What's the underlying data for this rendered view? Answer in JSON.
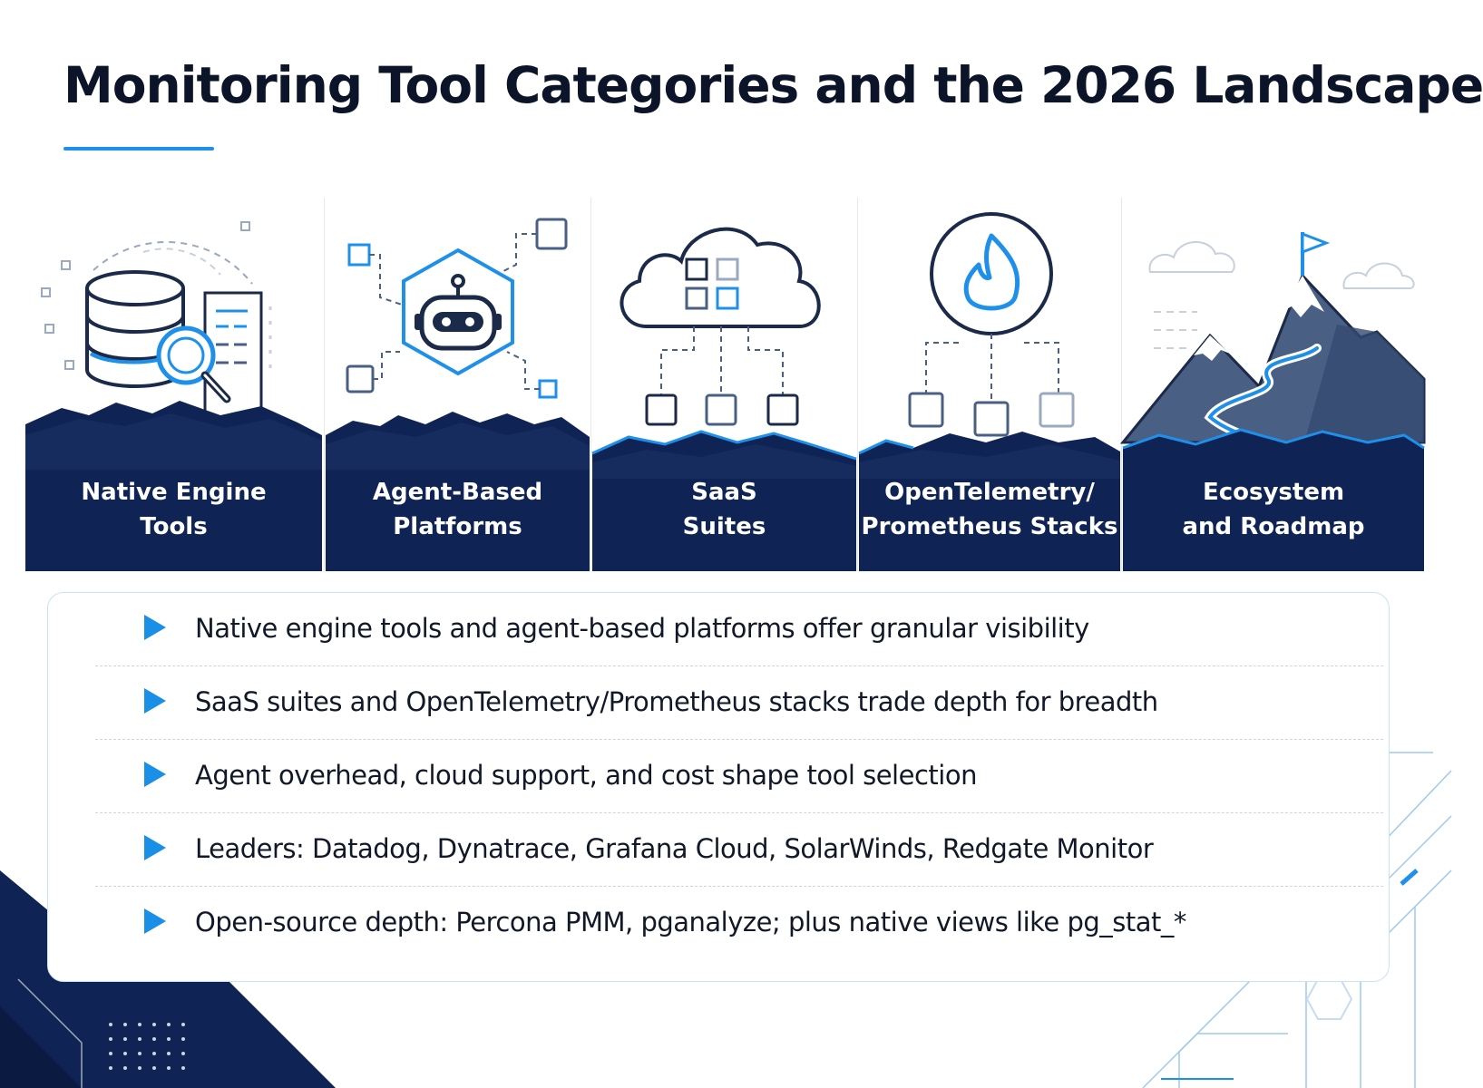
{
  "title": "Monitoring Tool Categories and the 2026 Landscape",
  "categories": [
    {
      "line1": "Native Engine",
      "line2": "Tools"
    },
    {
      "line1": "Agent-Based",
      "line2": "Platforms"
    },
    {
      "line1": "SaaS",
      "line2": "Suites"
    },
    {
      "line1": "OpenTelemetry/",
      "line2": "Prometheus Stacks"
    },
    {
      "line1": "Ecosystem",
      "line2": "and Roadmap"
    }
  ],
  "icons": [
    "database-magnifier-icon",
    "robot-hexagon-icon",
    "cloud-network-icon",
    "flame-circle-icon",
    "mountain-flag-icon"
  ],
  "bullets": [
    "Native engine tools and agent-based platforms offer granular visibility",
    "SaaS suites and OpenTelemetry/Prometheus stacks trade depth for breadth",
    "Agent overhead, cloud support, and cost shape tool selection",
    "Leaders: Datadog, Dynatrace, Grafana Cloud, SolarWinds, Redgate Monitor",
    "Open-source depth: Percona PMM, pganalyze; plus native views like pg_stat_*"
  ],
  "colors": {
    "navy": "#0f2454",
    "accent": "#1e90ea",
    "slate": "#4a5f84"
  }
}
